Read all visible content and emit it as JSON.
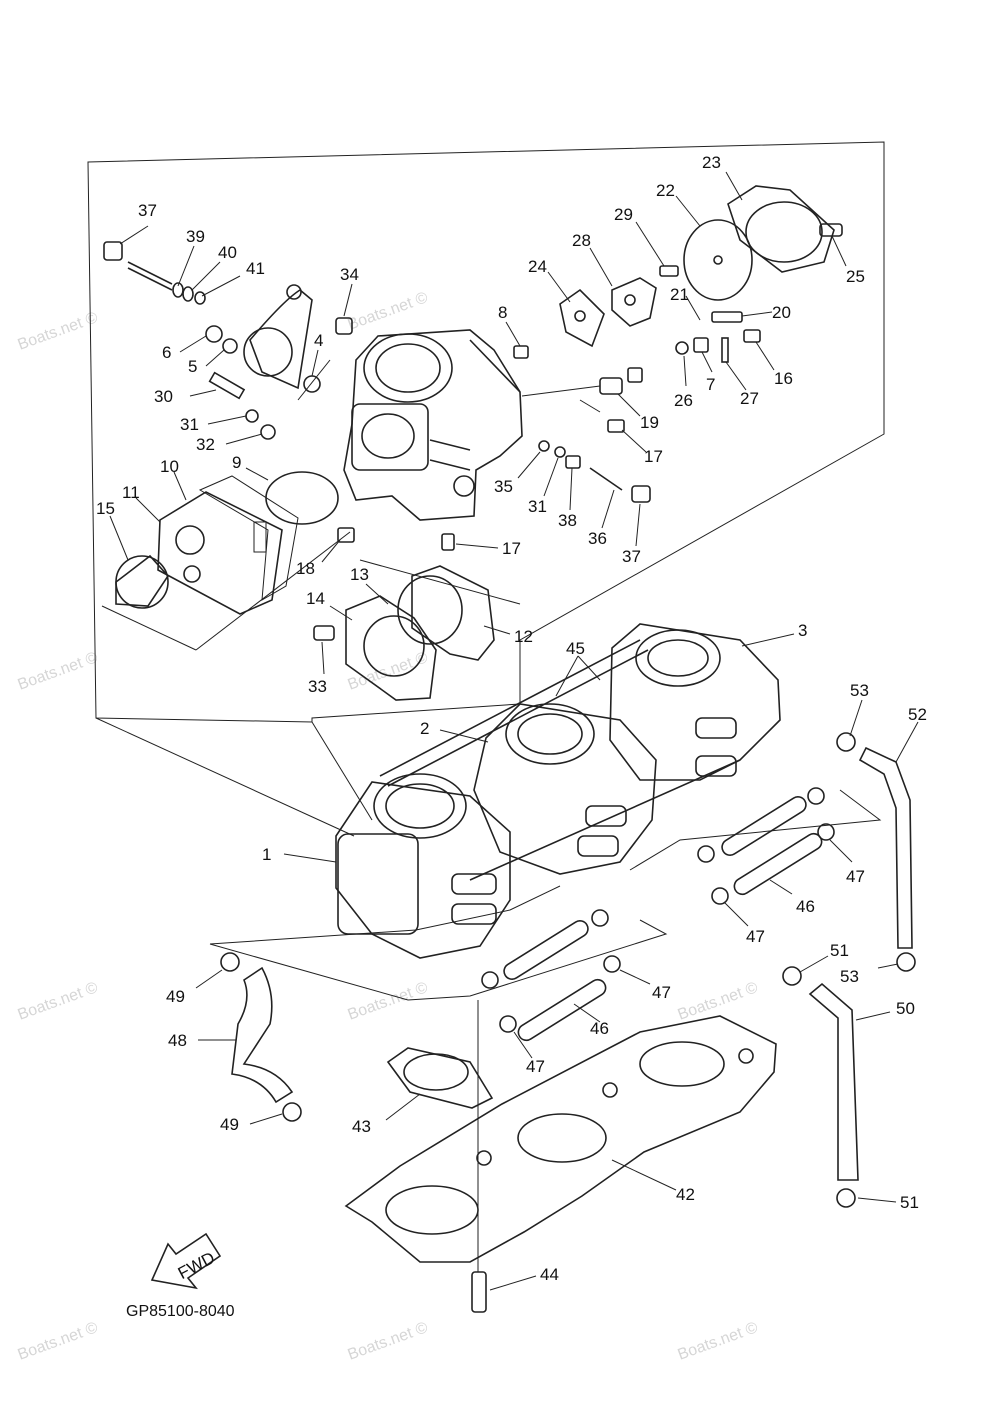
{
  "diagram_code": "GP85100-8040",
  "direction_label": "FWD",
  "watermark": "Boats.net ©",
  "callouts": [
    {
      "id": "c37a",
      "text": "37"
    },
    {
      "id": "c39",
      "text": "39"
    },
    {
      "id": "c40",
      "text": "40"
    },
    {
      "id": "c41",
      "text": "41"
    },
    {
      "id": "c6",
      "text": "6"
    },
    {
      "id": "c5",
      "text": "5"
    },
    {
      "id": "c34",
      "text": "34"
    },
    {
      "id": "c4",
      "text": "4"
    },
    {
      "id": "c30",
      "text": "30"
    },
    {
      "id": "c31a",
      "text": "31"
    },
    {
      "id": "c32",
      "text": "32"
    },
    {
      "id": "c10",
      "text": "10"
    },
    {
      "id": "c9",
      "text": "9"
    },
    {
      "id": "c11",
      "text": "11"
    },
    {
      "id": "c15",
      "text": "15"
    },
    {
      "id": "c18",
      "text": "18"
    },
    {
      "id": "c8",
      "text": "8"
    },
    {
      "id": "c24",
      "text": "24"
    },
    {
      "id": "c28",
      "text": "28"
    },
    {
      "id": "c29",
      "text": "29"
    },
    {
      "id": "c22",
      "text": "22"
    },
    {
      "id": "c23",
      "text": "23"
    },
    {
      "id": "c25",
      "text": "25"
    },
    {
      "id": "c21",
      "text": "21"
    },
    {
      "id": "c20",
      "text": "20"
    },
    {
      "id": "c26",
      "text": "26"
    },
    {
      "id": "c7",
      "text": "7"
    },
    {
      "id": "c16",
      "text": "16"
    },
    {
      "id": "c27",
      "text": "27"
    },
    {
      "id": "c19",
      "text": "19"
    },
    {
      "id": "c17a",
      "text": "17"
    },
    {
      "id": "c35",
      "text": "35"
    },
    {
      "id": "c31b",
      "text": "31"
    },
    {
      "id": "c38",
      "text": "38"
    },
    {
      "id": "c36",
      "text": "36"
    },
    {
      "id": "c37b",
      "text": "37"
    },
    {
      "id": "c17b",
      "text": "17"
    },
    {
      "id": "c13",
      "text": "13"
    },
    {
      "id": "c14",
      "text": "14"
    },
    {
      "id": "c12",
      "text": "12"
    },
    {
      "id": "c33",
      "text": "33"
    },
    {
      "id": "c3",
      "text": "3"
    },
    {
      "id": "c45",
      "text": "45"
    },
    {
      "id": "c2",
      "text": "2"
    },
    {
      "id": "c53a",
      "text": "53"
    },
    {
      "id": "c52",
      "text": "52"
    },
    {
      "id": "c1",
      "text": "1"
    },
    {
      "id": "c47a",
      "text": "47"
    },
    {
      "id": "c46a",
      "text": "46"
    },
    {
      "id": "c47b",
      "text": "47"
    },
    {
      "id": "c51a",
      "text": "51"
    },
    {
      "id": "c53b",
      "text": "53"
    },
    {
      "id": "c49a",
      "text": "49"
    },
    {
      "id": "c47c",
      "text": "47"
    },
    {
      "id": "c48",
      "text": "48"
    },
    {
      "id": "c46b",
      "text": "46"
    },
    {
      "id": "c50",
      "text": "50"
    },
    {
      "id": "c47d",
      "text": "47"
    },
    {
      "id": "c43",
      "text": "43"
    },
    {
      "id": "c49b",
      "text": "49"
    },
    {
      "id": "c42",
      "text": "42"
    },
    {
      "id": "c51b",
      "text": "51"
    },
    {
      "id": "c44",
      "text": "44"
    }
  ]
}
